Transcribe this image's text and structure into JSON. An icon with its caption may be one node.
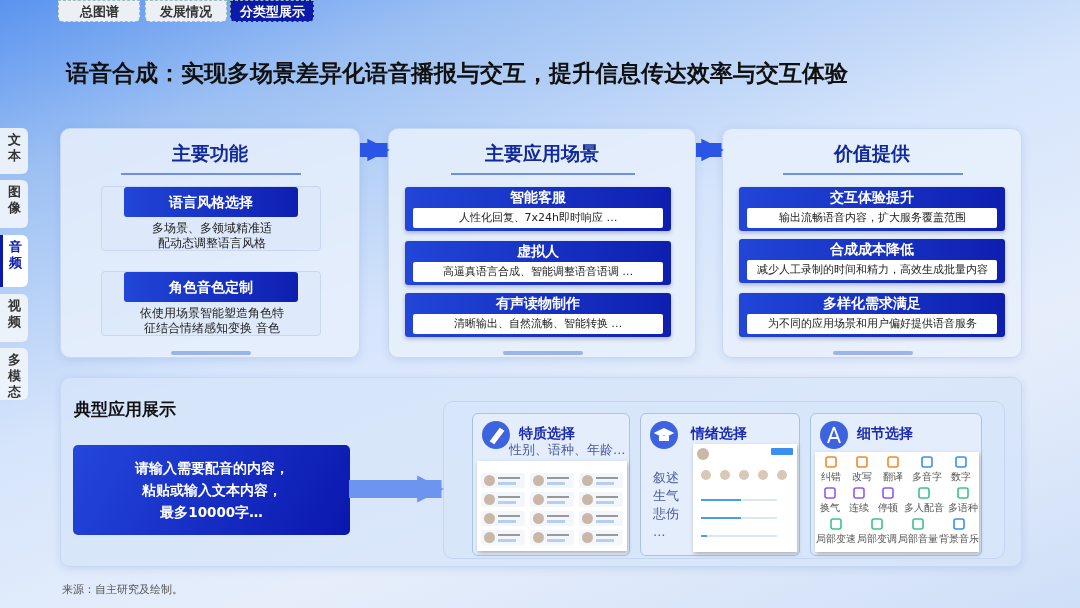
{
  "diagram": {
    "title": "语音合成：实现多场景差异化语音播报与交互，提升信息传达效率与交互体验",
    "caption": "来源：自主研究及绘制。",
    "nodes": [
      {
        "text": [
          "主要功能"
        ]
      },
      {
        "text": [
          "语言风格选择",
          "多场景、多领域精准适配动态调整语言风格"
        ],
        "in": 0
      },
      {
        "text": [
          "角色音色定制",
          "依使用场景智能塑造角色特征结合情绪感知变换 音色"
        ],
        "in": 0
      },
      {
        "text": [
          "主要应用场景"
        ]
      },
      {
        "text": [
          "智能客服",
          "人性化回复、7x24h即时响应 …"
        ],
        "in": 3
      },
      {
        "text": [
          "虚拟人",
          "高逼真语言合成、智能调整语音语调 …"
        ],
        "in": 3
      },
      {
        "text": [
          "有声读物制作",
          "清晰输出、自然流畅、智能转换 …"
        ],
        "in": 3
      },
      {
        "text": [
          "价值提供"
        ]
      },
      {
        "text": [
          "交互体验提升",
          "输出流畅语音内容，扩大服务覆盖范围"
        ],
        "in": 7
      },
      {
        "text": [
          "合成成本降低",
          "减少人工录制的时间和精力，高效生成批量内容"
        ],
        "in": 7
      },
      {
        "text": [
          "多样化需求满足",
          "为不同的应用场景和用户偏好提供语音服务"
        ],
        "in": 7
      },
      {
        "text": [
          "典型应用展示"
        ]
      },
      {
        "text": [
          "请输入需要配音的内容，粘贴或输入文本内容，最多10000字…"
        ],
        "in": 11
      },
      {
        "text": [],
        "shape": "box",
        "in": 11
      },
      {
        "text": [
          "特质选择",
          "性别、语种、年龄…"
        ],
        "in": 13
      },
      {
        "text": [
          "情绪选择",
          "叙述",
          "生气",
          "悲伤",
          "…"
        ],
        "in": 13
      },
      {
        "text": [
          "细节选择"
        ],
        "in": 13
      }
    ],
    "edges": [
      {
        "from": 0,
        "to": 3,
        "arrow": "to"
      },
      {
        "from": 3,
        "to": 7,
        "arrow": "to"
      },
      {
        "from": 12,
        "to": 13,
        "arrow": "to"
      }
    ],
    "labels": [
      "总图谱",
      "发展情况",
      "分类型展示",
      "文本",
      "图像",
      "音频",
      "视频",
      "多模态",
      "纠错",
      "改写",
      "翻译",
      "多音字",
      "数字",
      "换气",
      "连续",
      "停顿",
      "多人配音",
      "多语种",
      "局部变速",
      "局部变调",
      "局部音量",
      "背景音乐"
    ]
  }
}
